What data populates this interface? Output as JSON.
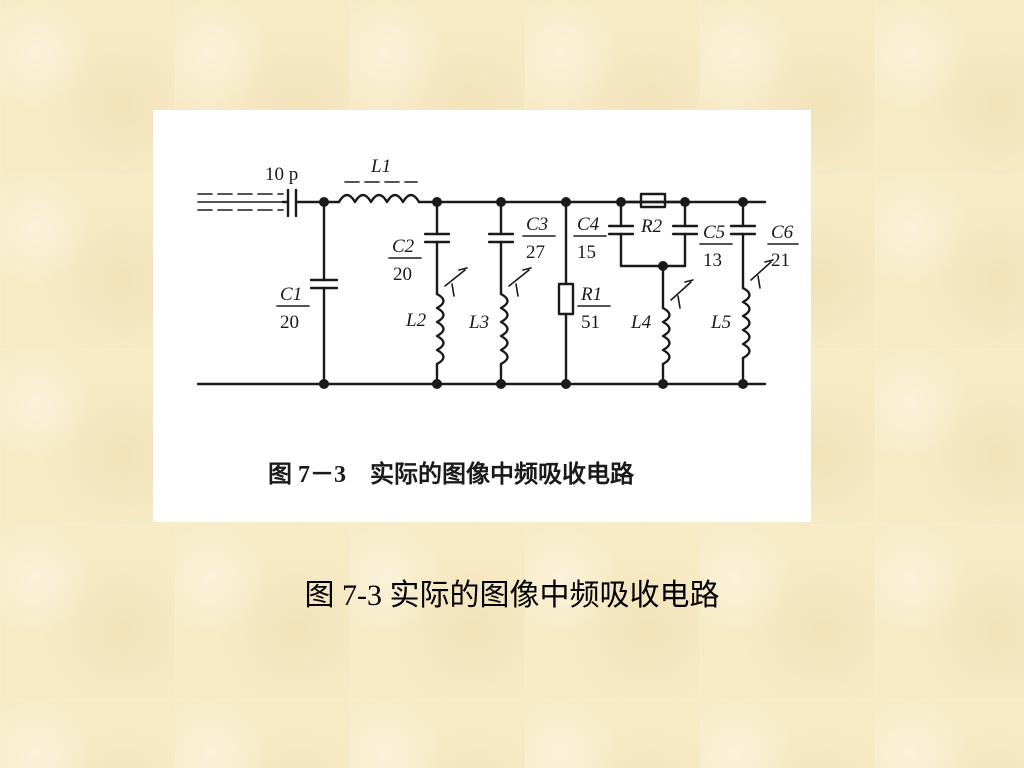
{
  "figure": {
    "caption_in_image": "图 7－3　实际的图像中频吸收电路",
    "components": {
      "input_cap": "10 p",
      "L1": "L1",
      "C1": {
        "name": "C1",
        "value": "20"
      },
      "C2": {
        "name": "C2",
        "value": "20"
      },
      "L2": "L2",
      "C3": {
        "name": "C3",
        "value": "27"
      },
      "L3": "L3",
      "C4": {
        "name": "C4",
        "value": "15"
      },
      "R1": {
        "name": "R1",
        "value": "51"
      },
      "R2": "R2",
      "L4": "L4",
      "C5": {
        "name": "C5",
        "value": "13"
      },
      "C6": {
        "name": "C6",
        "value": "21"
      },
      "L5": "L5"
    }
  },
  "slide_caption": "图 7-3 实际的图像中频吸收电路"
}
